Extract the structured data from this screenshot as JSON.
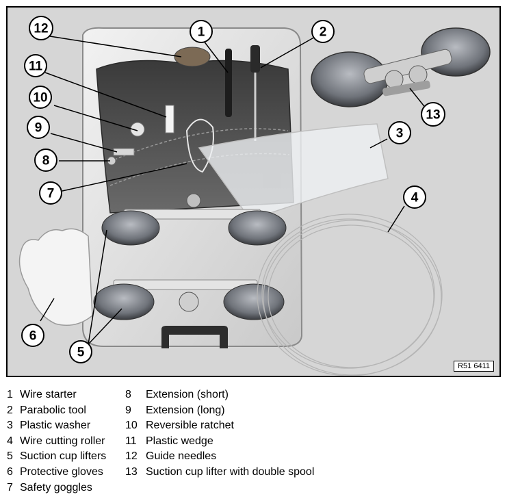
{
  "figure": {
    "reference_code": "R51 6411",
    "callouts": [
      "1",
      "2",
      "3",
      "4",
      "5",
      "5",
      "6",
      "7",
      "8",
      "9",
      "10",
      "11",
      "12",
      "13"
    ]
  },
  "legend": {
    "col1": [
      {
        "num": "1",
        "label": "Wire starter"
      },
      {
        "num": "2",
        "label": "Parabolic tool"
      },
      {
        "num": "3",
        "label": "Plastic washer"
      },
      {
        "num": "4",
        "label": "Wire cutting roller"
      },
      {
        "num": "5",
        "label": "Suction cup lifters"
      },
      {
        "num": "6",
        "label": "Protective gloves"
      },
      {
        "num": "7",
        "label": "Safety goggles"
      }
    ],
    "col2": [
      {
        "num": "8",
        "label": "Extension (short)"
      },
      {
        "num": "9",
        "label": "Extension (long)"
      },
      {
        "num": "10",
        "label": "Reversible ratchet"
      },
      {
        "num": "11",
        "label": "Plastic wedge"
      },
      {
        "num": "12",
        "label": "Guide needles"
      },
      {
        "num": "13",
        "label": "Suction cup lifter with double spool"
      }
    ]
  }
}
